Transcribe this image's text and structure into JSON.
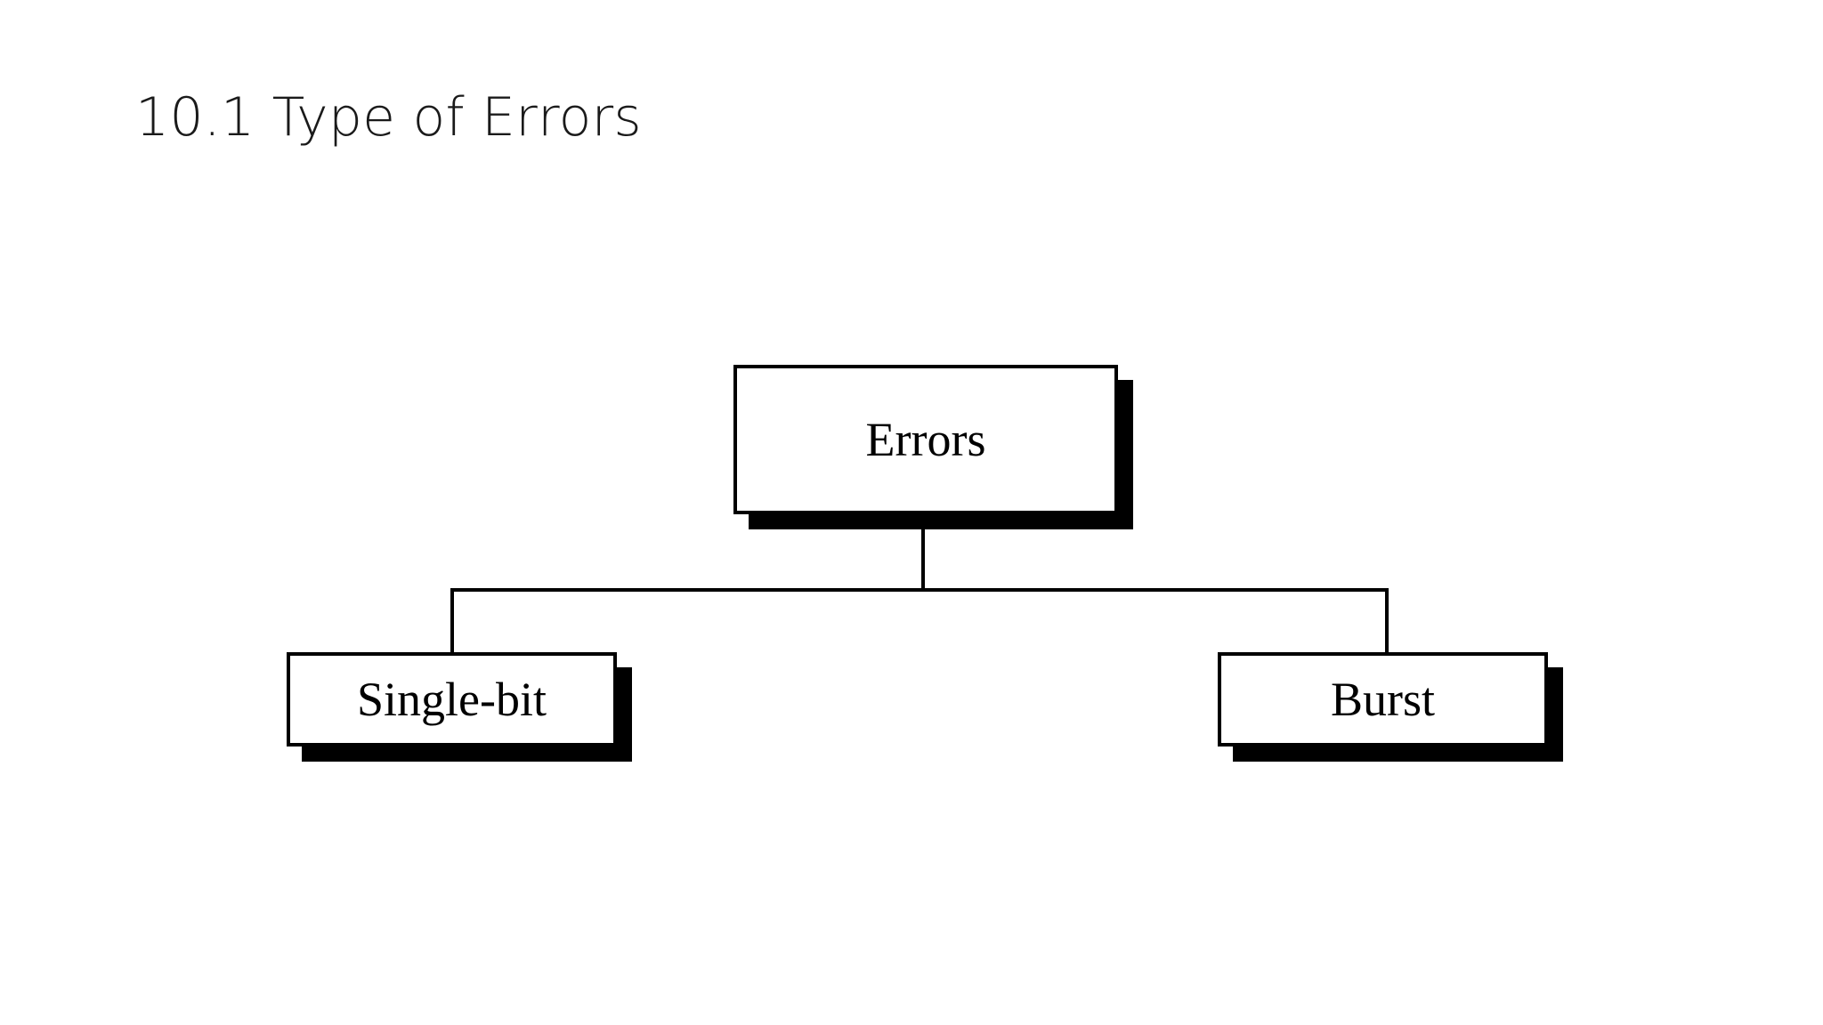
{
  "slide": {
    "title": "10.1 Type of Errors",
    "background_color": "#FFFFFF",
    "text_color": "#1A1A1A"
  },
  "diagram": {
    "type": "hierarchy-tree",
    "line_color": "#000000",
    "box_fill": "#FFFFFF",
    "box_border_color": "#000000",
    "shadow_color": "#000000",
    "root": {
      "id": "errors",
      "label": "Errors"
    },
    "children": [
      {
        "id": "single-bit",
        "label": "Single-bit"
      },
      {
        "id": "burst",
        "label": "Burst"
      }
    ]
  }
}
